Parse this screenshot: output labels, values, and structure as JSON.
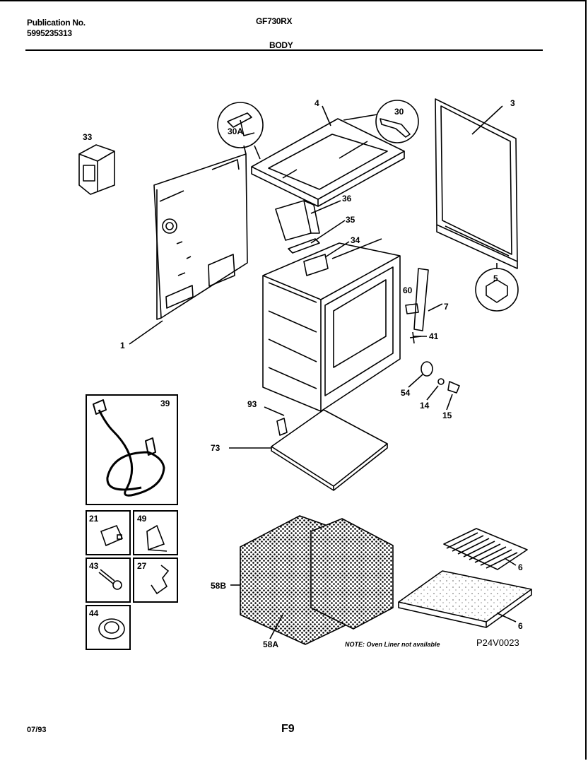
{
  "header": {
    "publication_label": "Publication No.",
    "publication_number": "5995235313",
    "model": "GF730RX",
    "section_title": "BODY"
  },
  "labels": {
    "p1": "1",
    "p3": "3",
    "p4": "4",
    "p5": "5",
    "p6a": "6",
    "p6b": "6",
    "p7": "7",
    "p14": "14",
    "p15": "15",
    "p21": "21",
    "p27": "27",
    "p30": "30",
    "p30A": "30A",
    "p33": "33",
    "p34": "34",
    "p35": "35",
    "p36": "36",
    "p39": "39",
    "p41": "41",
    "p43": "43",
    "p44": "44",
    "p49": "49",
    "p54": "54",
    "p58A": "58A",
    "p58B": "58B",
    "p60": "60",
    "p73": "73",
    "p93": "93"
  },
  "note": "NOTE: Oven Liner not available",
  "diagram_code": "P24V0023",
  "footer": {
    "date": "07/93",
    "page": "F9"
  }
}
